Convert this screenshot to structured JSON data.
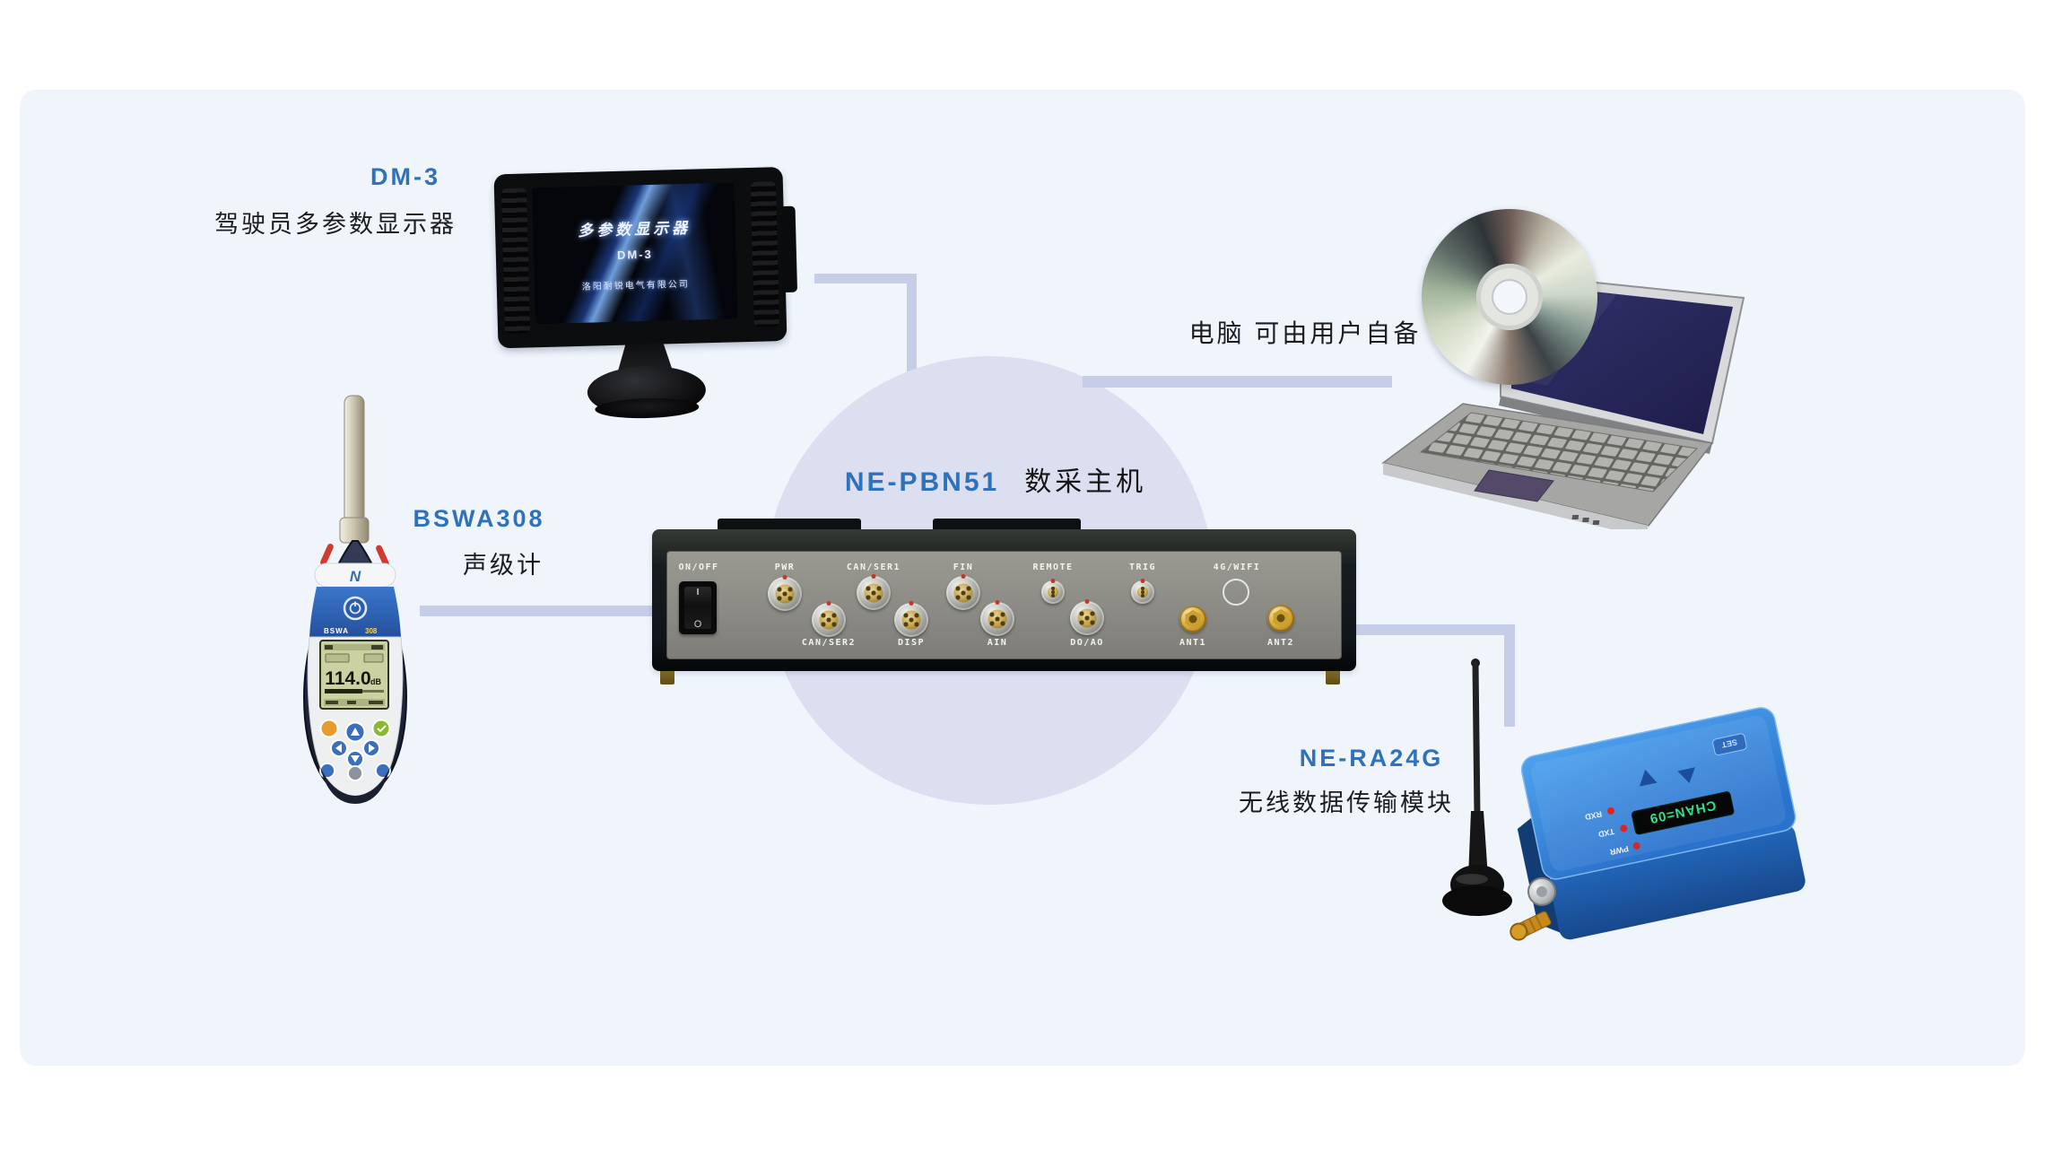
{
  "colors": {
    "accent_blue": "#2f71ba",
    "panel_bg": "#f0f5fc",
    "circle_bg": "#dbdff0",
    "connector_line": "#c6cde9",
    "lcd_green": "#ccd1a2",
    "module_display_green": "#2fe08a"
  },
  "annotations": {
    "dm3": {
      "model": "DM-3",
      "name": "驾驶员多参数显示器"
    },
    "bswa": {
      "model": "BSWA308",
      "name": "声级计"
    },
    "host": {
      "model": "NE-PBN51",
      "name": "数采主机"
    },
    "computer": {
      "note": "电脑 可由用户自备"
    },
    "ra24g": {
      "model": "NE-RA24G",
      "name": "无线数据传输模块"
    }
  },
  "host_panel": {
    "switch_label": "ON/OFF",
    "switch_on": "I",
    "switch_off": "O",
    "ports_top": [
      "PWR",
      "CAN/SER1",
      "FIN",
      "REMOTE",
      "TRIG",
      "4G/WIFI"
    ],
    "ports_bottom": [
      "CAN/SER2",
      "DISP",
      "AIN",
      "DO/AO",
      "ANT1",
      "ANT2"
    ]
  },
  "dm3_screen": {
    "line1": "多参数显示器",
    "line2": "DM-3",
    "line3": "洛阳耐锐电气有限公司"
  },
  "bswa_meter": {
    "logo": "N",
    "brand": "BSWA",
    "model_no": "308",
    "reading": "114.0",
    "unit": "dB"
  },
  "ra24g_module": {
    "display": "CHAN=09",
    "set_button": "SET",
    "led_rxd": "RXD",
    "led_txd": "TXD",
    "led_pwr": "PWR"
  }
}
